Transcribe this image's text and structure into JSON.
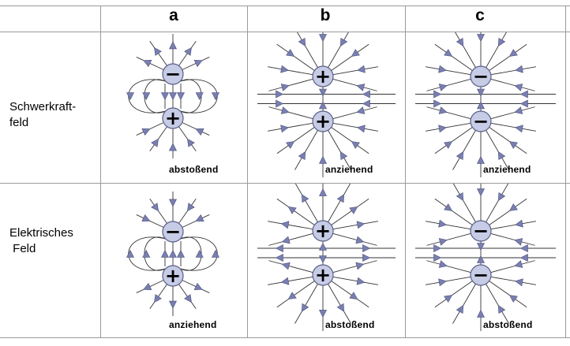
{
  "columns": [
    {
      "id": "a",
      "label": "a"
    },
    {
      "id": "b",
      "label": "b"
    },
    {
      "id": "c",
      "label": "c"
    }
  ],
  "rows": [
    {
      "label_lines": [
        "Schwerkraft-",
        "feld"
      ],
      "cells": [
        {
          "top_charge": "−",
          "bottom_charge": "+",
          "caption": "abstoßend"
        },
        {
          "top_charge": "+",
          "bottom_charge": "+",
          "caption": "anziehend"
        },
        {
          "top_charge": "−",
          "bottom_charge": "−",
          "caption": "anziehend"
        }
      ]
    },
    {
      "label_lines": [
        "Elektrisches",
        " Feld"
      ],
      "cells": [
        {
          "top_charge": "−",
          "bottom_charge": "+",
          "caption": "anziehend"
        },
        {
          "top_charge": "+",
          "bottom_charge": "+",
          "caption": "abstoßend"
        },
        {
          "top_charge": "−",
          "bottom_charge": "−",
          "caption": "abstoßend"
        }
      ]
    }
  ],
  "colors": {
    "charge_fill": "#c6cbe6",
    "charge_stroke": "#5a5f88",
    "field_line": "#333333",
    "arrow_fill": "#7a7fb2",
    "grid": "#9a9a9a"
  }
}
